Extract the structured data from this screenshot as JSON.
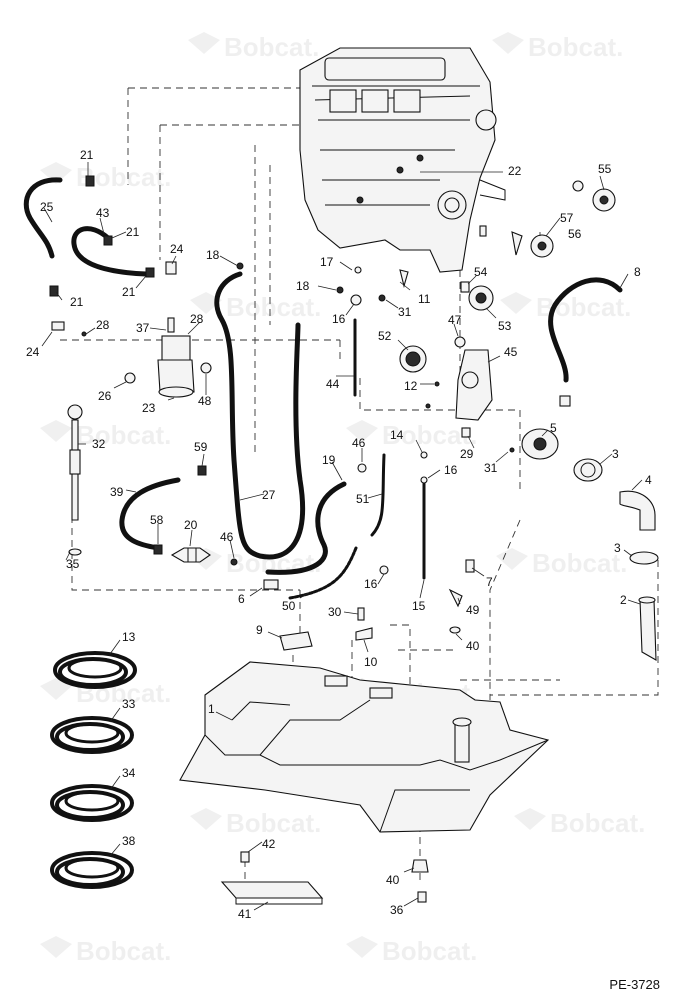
{
  "watermark": {
    "brand": "Bobcat."
  },
  "reference_code": "PE-3728",
  "callouts": [
    {
      "id": "c21a",
      "text": "21"
    },
    {
      "id": "c25",
      "text": "25"
    },
    {
      "id": "c43",
      "text": "43"
    },
    {
      "id": "c21b",
      "text": "21"
    },
    {
      "id": "c24a",
      "text": "24"
    },
    {
      "id": "c21c",
      "text": "21"
    },
    {
      "id": "c21d",
      "text": "21"
    },
    {
      "id": "c24b",
      "text": "24"
    },
    {
      "id": "c28a",
      "text": "28"
    },
    {
      "id": "c37",
      "text": "37"
    },
    {
      "id": "c28b",
      "text": "28"
    },
    {
      "id": "c18a",
      "text": "18"
    },
    {
      "id": "c22",
      "text": "22"
    },
    {
      "id": "c55",
      "text": "55"
    },
    {
      "id": "c57",
      "text": "57"
    },
    {
      "id": "c56",
      "text": "56"
    },
    {
      "id": "c17",
      "text": "17"
    },
    {
      "id": "c18b",
      "text": "18"
    },
    {
      "id": "c11",
      "text": "11"
    },
    {
      "id": "c54",
      "text": "54"
    },
    {
      "id": "c8",
      "text": "8"
    },
    {
      "id": "c31a",
      "text": "31"
    },
    {
      "id": "c16a",
      "text": "16"
    },
    {
      "id": "c53",
      "text": "53"
    },
    {
      "id": "c47",
      "text": "47"
    },
    {
      "id": "c26",
      "text": "26"
    },
    {
      "id": "c23",
      "text": "23"
    },
    {
      "id": "c48",
      "text": "48"
    },
    {
      "id": "c52",
      "text": "52"
    },
    {
      "id": "c45",
      "text": "45"
    },
    {
      "id": "c44",
      "text": "44"
    },
    {
      "id": "c12",
      "text": "12"
    },
    {
      "id": "c32",
      "text": "32"
    },
    {
      "id": "c5",
      "text": "5"
    },
    {
      "id": "c14",
      "text": "14"
    },
    {
      "id": "c46a",
      "text": "46"
    },
    {
      "id": "c29",
      "text": "29"
    },
    {
      "id": "c31b",
      "text": "31"
    },
    {
      "id": "c59",
      "text": "59"
    },
    {
      "id": "c3a",
      "text": "3"
    },
    {
      "id": "c19",
      "text": "19"
    },
    {
      "id": "c16b",
      "text": "16"
    },
    {
      "id": "c4",
      "text": "4"
    },
    {
      "id": "c39",
      "text": "39"
    },
    {
      "id": "c27",
      "text": "27"
    },
    {
      "id": "c51",
      "text": "51"
    },
    {
      "id": "c58",
      "text": "58"
    },
    {
      "id": "c20",
      "text": "20"
    },
    {
      "id": "c46b",
      "text": "46"
    },
    {
      "id": "c35",
      "text": "35"
    },
    {
      "id": "c3b",
      "text": "3"
    },
    {
      "id": "c7",
      "text": "7"
    },
    {
      "id": "c16c",
      "text": "16"
    },
    {
      "id": "c6",
      "text": "6"
    },
    {
      "id": "c2",
      "text": "2"
    },
    {
      "id": "c50",
      "text": "50"
    },
    {
      "id": "c15",
      "text": "15"
    },
    {
      "id": "c49",
      "text": "49"
    },
    {
      "id": "c30",
      "text": "30"
    },
    {
      "id": "c9",
      "text": "9"
    },
    {
      "id": "c40a",
      "text": "40"
    },
    {
      "id": "c10",
      "text": "10"
    },
    {
      "id": "c13",
      "text": "13"
    },
    {
      "id": "c1",
      "text": "1"
    },
    {
      "id": "c33",
      "text": "33"
    },
    {
      "id": "c34",
      "text": "34"
    },
    {
      "id": "c38",
      "text": "38"
    },
    {
      "id": "c42",
      "text": "42"
    },
    {
      "id": "c40b",
      "text": "40"
    },
    {
      "id": "c41",
      "text": "41"
    },
    {
      "id": "c36",
      "text": "36"
    }
  ]
}
